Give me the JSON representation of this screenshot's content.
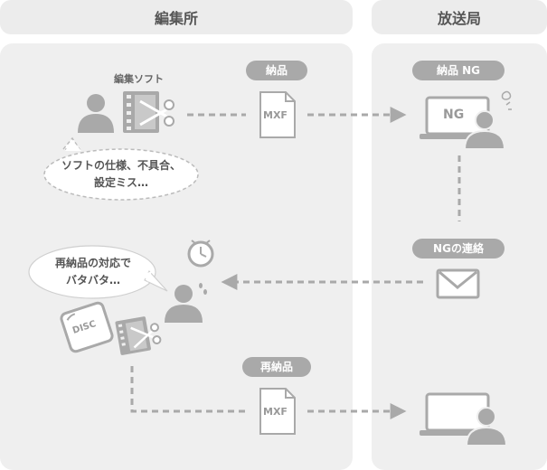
{
  "sections": {
    "editing_house": "編集所",
    "broadcaster": "放送局"
  },
  "labels": {
    "editing_software": "編集ソフト",
    "delivery": "納品",
    "delivery_ng": "納品 NG",
    "ng_contact": "NGの連絡",
    "redelivery": "再納品"
  },
  "bubbles": {
    "software_issue_line1": "ソフトの仕様、不具合、",
    "software_issue_line2": "設定ミス…",
    "rush_line1": "再納品の対応で",
    "rush_line2": "バタバタ…"
  },
  "file_labels": {
    "delivery_file": "MXF",
    "redelivery_file": "MXF",
    "ng_screen": "NG",
    "disc": "DISC"
  },
  "colors": {
    "icon_gray": "#a9a9a9",
    "panel_bg": "#efefef",
    "header_bg": "#ececec"
  }
}
